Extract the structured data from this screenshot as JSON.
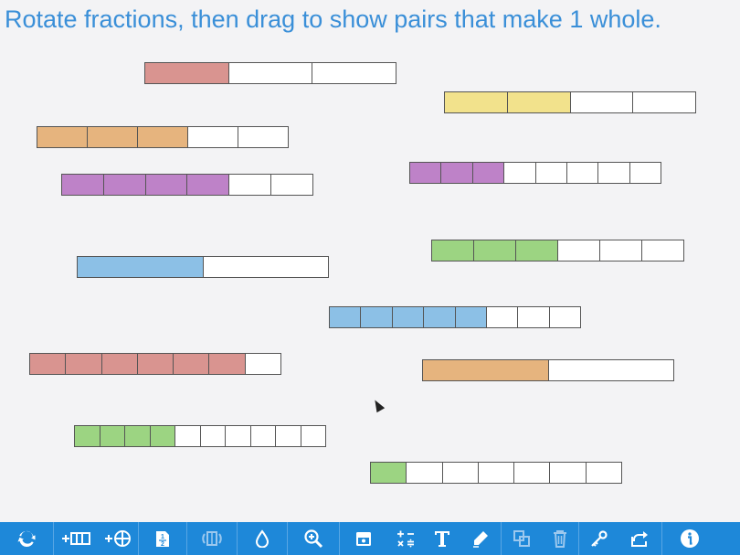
{
  "title": "Rotate fractions, then drag to show pairs that make 1 whole.",
  "colors": {
    "red": "#d99490",
    "yellow": "#f2e28c",
    "orange": "#e6b47e",
    "purple": "#be82c8",
    "green": "#9cd482",
    "blue": "#8cc0e6",
    "empty": "#ffffff",
    "toolbar": "#1e88d9"
  },
  "fraction_bars": [
    {
      "color": "red",
      "filled": 1,
      "parts": 3
    },
    {
      "color": "yellow",
      "filled": 2,
      "parts": 4
    },
    {
      "color": "orange",
      "filled": 3,
      "parts": 5
    },
    {
      "color": "purple",
      "filled": 3,
      "parts": 8
    },
    {
      "color": "purple",
      "filled": 4,
      "parts": 6
    },
    {
      "color": "green",
      "filled": 3,
      "parts": 6
    },
    {
      "color": "blue",
      "filled": 1,
      "parts": 2
    },
    {
      "color": "blue",
      "filled": 5,
      "parts": 8
    },
    {
      "color": "red",
      "filled": 6,
      "parts": 7
    },
    {
      "color": "orange",
      "filled": 1,
      "parts": 2
    },
    {
      "color": "green",
      "filled": 4,
      "parts": 10
    },
    {
      "color": "green",
      "filled": 1,
      "parts": 7
    }
  ],
  "toolbar": {
    "tools": [
      {
        "icon": "reset-icon",
        "enabled": true
      },
      {
        "icon": "add-bar-icon",
        "enabled": true
      },
      {
        "icon": "add-circle-icon",
        "enabled": true
      },
      {
        "icon": "fraction-label-icon",
        "enabled": true
      },
      {
        "icon": "rotate-icon",
        "enabled": false
      },
      {
        "icon": "fill-color-icon",
        "enabled": true
      },
      {
        "icon": "zoom-icon",
        "enabled": true
      },
      {
        "icon": "hide-icon",
        "enabled": true
      },
      {
        "icon": "operations-icon",
        "enabled": true
      },
      {
        "icon": "text-icon",
        "enabled": true
      },
      {
        "icon": "pen-icon",
        "enabled": true
      },
      {
        "icon": "duplicate-icon",
        "enabled": false
      },
      {
        "icon": "trash-icon",
        "enabled": false
      },
      {
        "icon": "key-icon",
        "enabled": true
      },
      {
        "icon": "share-icon",
        "enabled": true
      },
      {
        "icon": "info-icon",
        "enabled": true
      }
    ]
  }
}
